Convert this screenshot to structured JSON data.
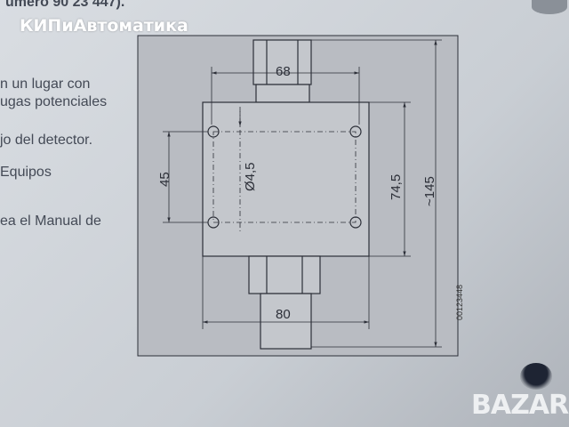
{
  "watermark": "КИПиАвтоматика",
  "text_lines": [
    "úmero 90 23 447).",
    "n un lugar con",
    "ugas potenciales",
    "jo del detector.",
    "Equipos",
    "ea el Manual de"
  ],
  "drawing": {
    "dim_width_holes": "68",
    "dim_height_holes": "45",
    "dim_hole_diameter": "Ø4,5",
    "dim_body_height": "74,5",
    "dim_total_height": "~145",
    "dim_body_width": "80",
    "drawing_code": "00123448"
  },
  "logo": "BAZAR",
  "colors": {
    "panel": "#b9bcc2",
    "ink": "#2c2f38"
  }
}
